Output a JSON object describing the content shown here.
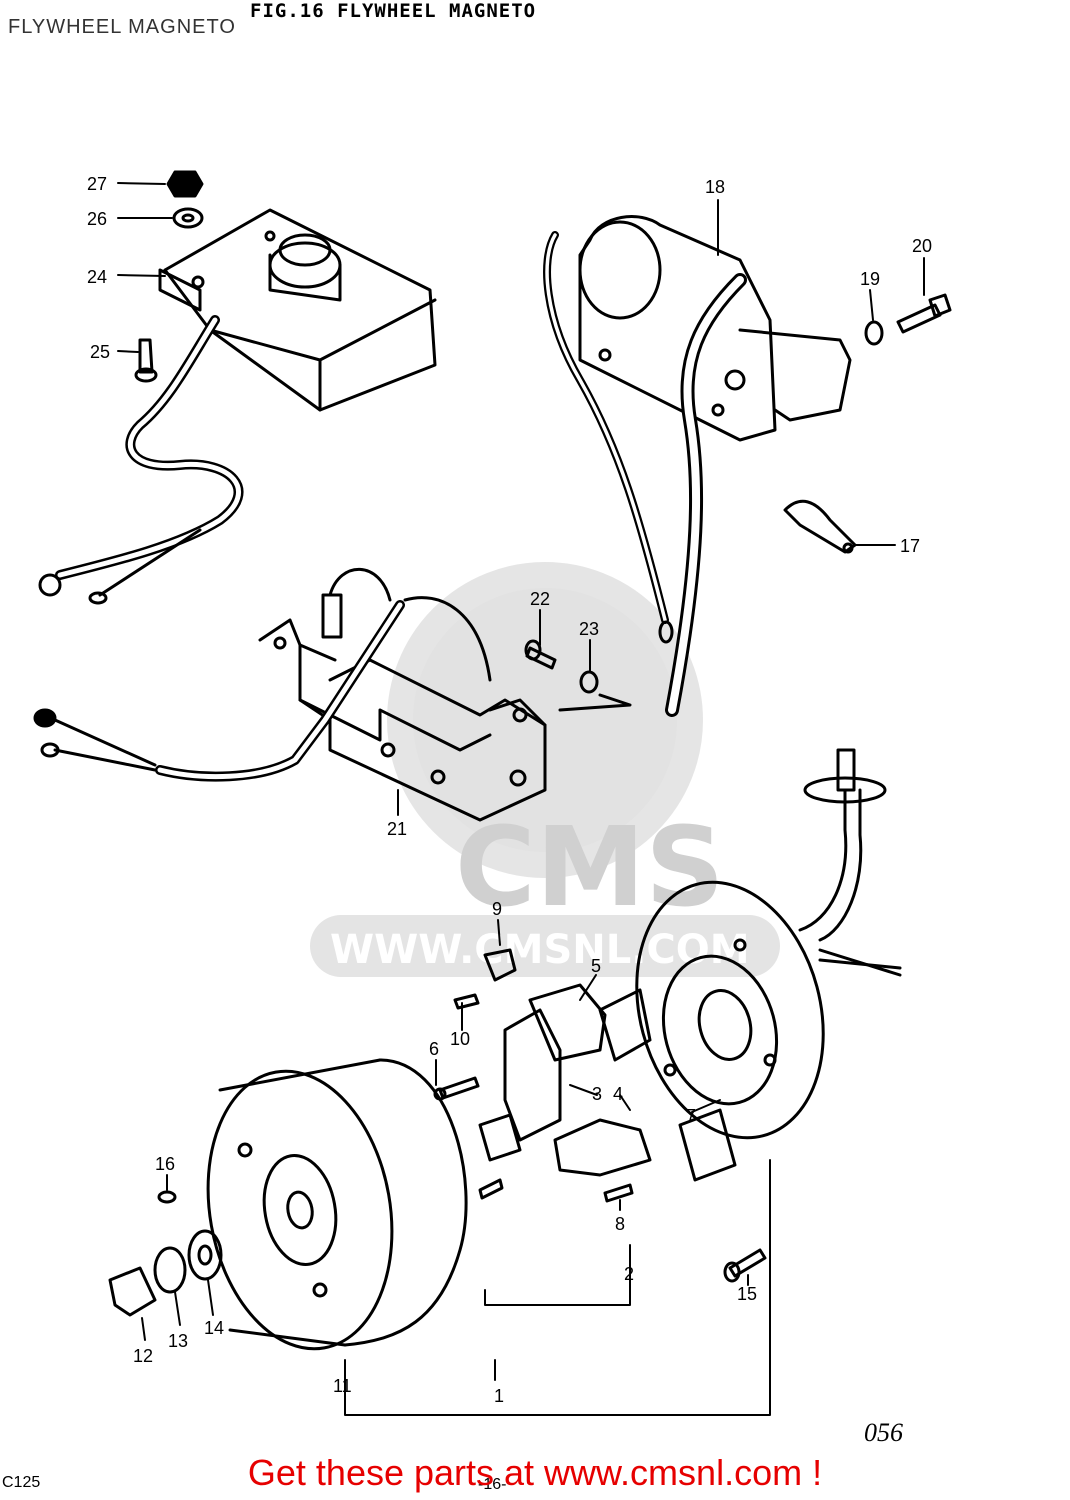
{
  "page_title": "FLYWHEEL MAGNETO",
  "figure_title": "FIG.16  FLYWHEEL MAGNETO",
  "watermark": {
    "logo_text": "CMS",
    "url_text": "WWW.CMSNL.COM"
  },
  "callouts": [
    "1",
    "2",
    "3",
    "4",
    "5",
    "6",
    "7",
    "8",
    "9",
    "10",
    "11",
    "12",
    "13",
    "14",
    "15",
    "16",
    "17",
    "18",
    "19",
    "20",
    "21",
    "22",
    "23",
    "24",
    "25",
    "26",
    "27"
  ],
  "page_number": "056",
  "model_code": "C125",
  "page_marker": "-16-",
  "cta": "Get these parts at www.cmsnl.com !",
  "colors": {
    "cta": "#e60000",
    "line": "#000000",
    "watermark": "#d9d9d9"
  }
}
